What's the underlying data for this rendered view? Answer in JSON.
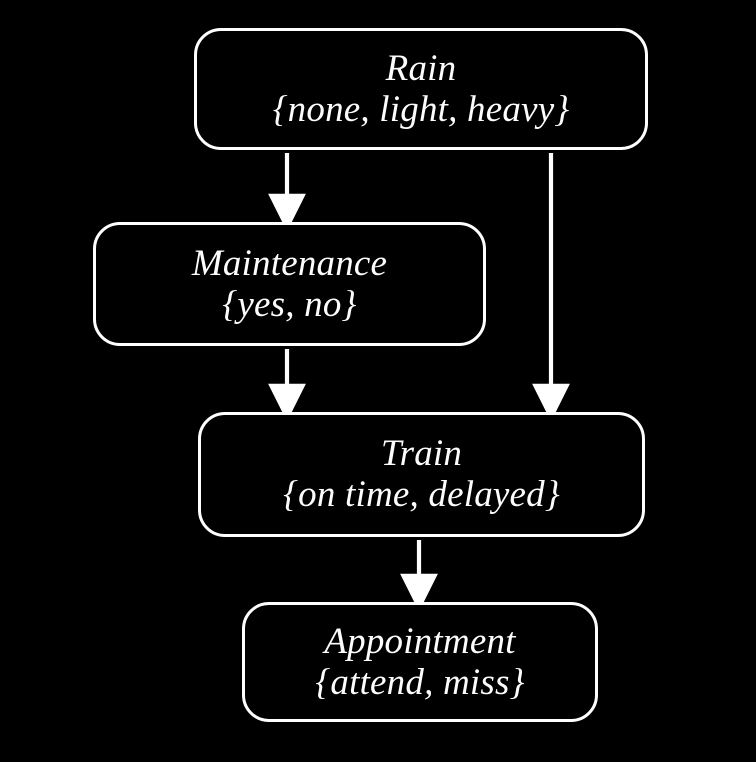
{
  "diagram": {
    "type": "bayesian-network",
    "title": "Rain / Maintenance / Train / Appointment Bayesian network",
    "background_color": "#000000",
    "node_border_color": "#ffffff",
    "text_color": "#ffffff",
    "edge_color": "#ffffff",
    "nodes": [
      {
        "id": "rain",
        "title": "Rain",
        "states": "{none, light, heavy}"
      },
      {
        "id": "maintenance",
        "title": "Maintenance",
        "states": "{yes, no}"
      },
      {
        "id": "train",
        "title": "Train",
        "states": "{on time, delayed}"
      },
      {
        "id": "appointment",
        "title": "Appointment",
        "states": "{attend, miss}"
      }
    ],
    "edges": [
      {
        "id": "rain-to-maintenance",
        "from": "Rain",
        "to": "Maintenance"
      },
      {
        "id": "rain-to-train",
        "from": "Rain",
        "to": "Train"
      },
      {
        "id": "maintenance-to-train",
        "from": "Maintenance",
        "to": "Train"
      },
      {
        "id": "train-to-appointment",
        "from": "Train",
        "to": "Appointment"
      }
    ]
  }
}
